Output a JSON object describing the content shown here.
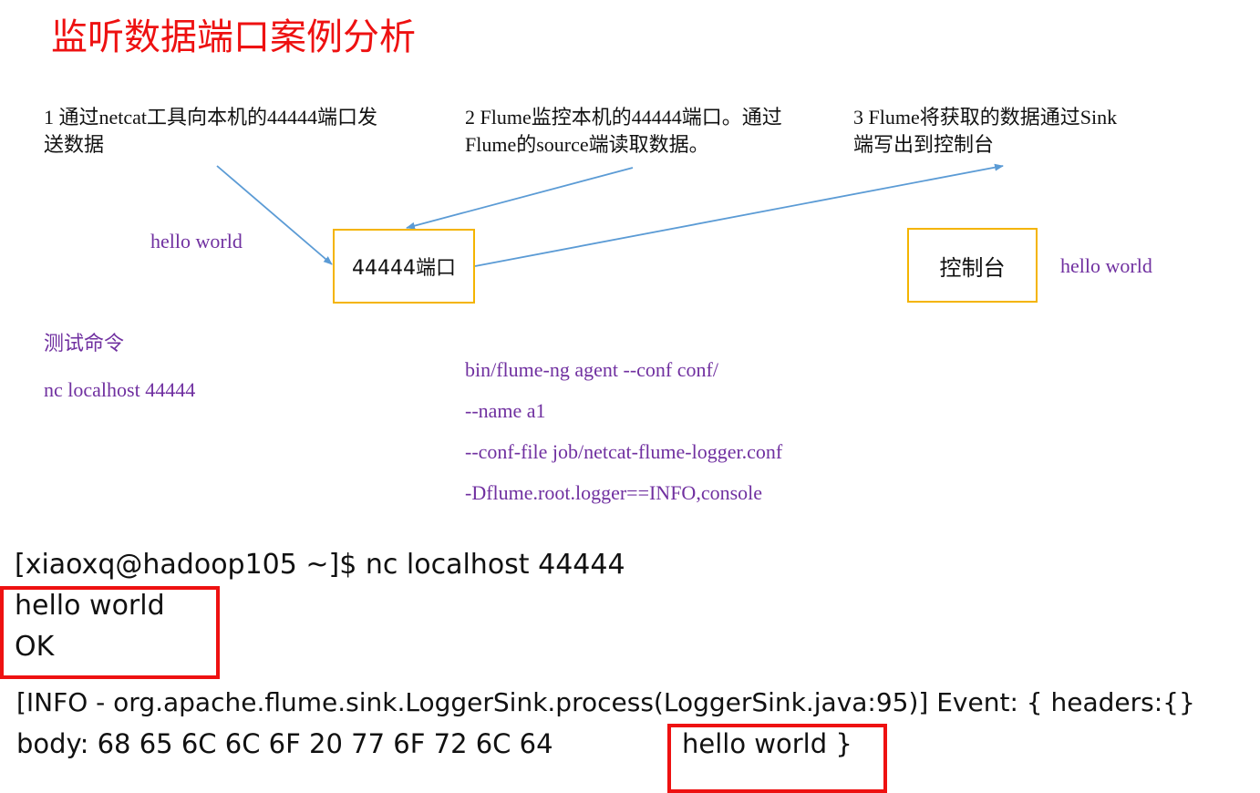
{
  "title": "监听数据端口案例分析",
  "steps": [
    {
      "text": "1 通过netcat工具向本机的44444端口发送数据"
    },
    {
      "text": "2 Flume监控本机的44444端口。通过Flume的source端读取数据。"
    },
    {
      "text": "3 Flume将获取的数据通过Sink端写出到控制台"
    }
  ],
  "port_box": {
    "label": "44444端口"
  },
  "console_box": {
    "label": "控制台"
  },
  "input_message": "hello world",
  "output_message": "hello world",
  "test_command": {
    "label": "测试命令",
    "command": "nc localhost 44444"
  },
  "flume_command": [
    "bin/flume-ng agent --conf conf/",
    "--name a1",
    "--conf-file job/netcat-flume-logger.conf",
    "-Dflume.root.logger==INFO,console"
  ],
  "terminal": {
    "prompt_line": "[xiaoxq@hadoop105 ~]$ nc localhost 44444",
    "typed": "hello world",
    "response": "OK"
  },
  "log": {
    "line1": "[INFO - org.apache.flume.sink.LoggerSink.process(LoggerSink.java:95)] Event: { headers:{}",
    "line2_prefix": "body: 68 65 6C 6C 6F 20 77 6F 72 6C 64",
    "line2_highlight": "hello world }"
  },
  "colors": {
    "title": "#ee1111",
    "purple_text": "#7030a0",
    "box_border": "#f4b400",
    "arrow": "#5b9bd5",
    "highlight_border": "#ee1111"
  }
}
